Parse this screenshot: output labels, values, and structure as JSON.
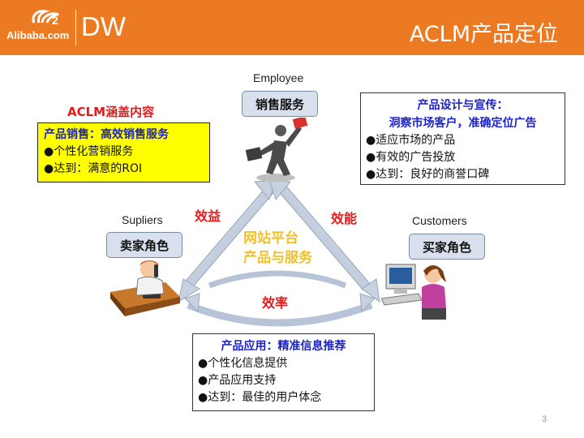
{
  "header": {
    "logo_text": "Alibaba.com",
    "brand": "DW",
    "title": "ACLM产品定位"
  },
  "roles": {
    "employee": {
      "caption": "Employee",
      "label": "销售服务"
    },
    "supplier": {
      "caption": "Supliers",
      "label": "卖家角色"
    },
    "customer": {
      "caption": "Customers",
      "label": "买家角色"
    }
  },
  "aclm_heading": "ACLM涵盖内容",
  "sales_box": {
    "title": "产品销售：高效销售服务",
    "items": [
      "●个性化营销服务",
      "●达到：满意的ROI"
    ]
  },
  "design_box": {
    "title1": "产品设计与宣传：",
    "title2": "洞察市场客户，准确定位广告",
    "items": [
      "●适应市场的产品",
      "●有效的广告投放",
      "●达到：良好的商誉口碑"
    ]
  },
  "apply_box": {
    "title": "产品应用：精准信息推荐",
    "items": [
      "●个性化信息提供",
      "●产品应用支持",
      "●达到：最佳的用户体念"
    ]
  },
  "labels": {
    "benefit": "效益",
    "efficacy": "效能",
    "efficiency": "效率"
  },
  "platform": {
    "line1": "网站平台",
    "line2": "产品与服务"
  },
  "page_number": "3",
  "colors": {
    "header": "#ec7a23",
    "accent_red": "#e31b1b",
    "title_blue": "#1a22c8",
    "highlight": "#ffff00"
  }
}
